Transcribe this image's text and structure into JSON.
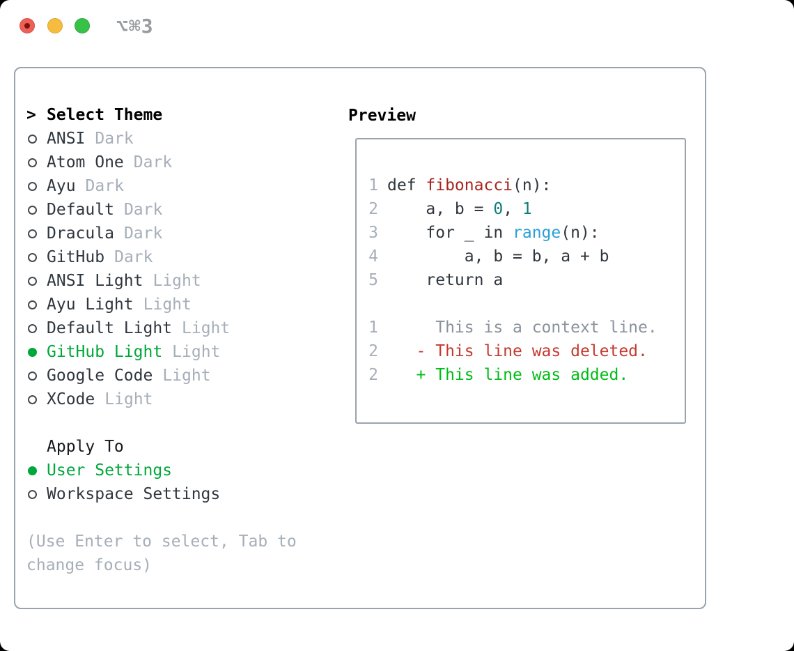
{
  "window": {
    "title": "⌥⌘3",
    "traffic_lights": [
      "close",
      "minimize",
      "zoom"
    ]
  },
  "colors": {
    "accent_green": "#00a73a",
    "added_green": "#00bd17",
    "deleted_red": "#c5392e",
    "function_red": "#a7261e",
    "number_teal": "#0c7d78",
    "builtin_blue": "#2a9fd6",
    "muted_gray": "#a6aeb8",
    "border_gray": "#9aa3ad"
  },
  "theme_picker": {
    "header_marker": ">",
    "header": "Select Theme",
    "items": [
      {
        "name": "ANSI",
        "variant": "Dark",
        "selected": false
      },
      {
        "name": "Atom One",
        "variant": "Dark",
        "selected": false
      },
      {
        "name": "Ayu",
        "variant": "Dark",
        "selected": false
      },
      {
        "name": "Default",
        "variant": "Dark",
        "selected": false
      },
      {
        "name": "Dracula",
        "variant": "Dark",
        "selected": false
      },
      {
        "name": "GitHub",
        "variant": "Dark",
        "selected": false
      },
      {
        "name": "ANSI Light",
        "variant": "Light",
        "selected": false
      },
      {
        "name": "Ayu Light",
        "variant": "Light",
        "selected": false
      },
      {
        "name": "Default Light",
        "variant": "Light",
        "selected": false
      },
      {
        "name": "GitHub Light",
        "variant": "Light",
        "selected": true
      },
      {
        "name": "Google Code",
        "variant": "Light",
        "selected": false
      },
      {
        "name": "XCode",
        "variant": "Light",
        "selected": false
      }
    ]
  },
  "apply_to": {
    "header": "Apply To",
    "options": [
      {
        "label": "User Settings",
        "selected": true
      },
      {
        "label": "Workspace Settings",
        "selected": false
      }
    ]
  },
  "help_text": "(Use Enter to select, Tab to change focus)",
  "preview": {
    "header": "Preview",
    "lines": [
      {
        "num": "1",
        "segments": [
          {
            "text": "def ",
            "style": "plain"
          },
          {
            "text": "fibonacci",
            "style": "func"
          },
          {
            "text": "(n):",
            "style": "plain"
          }
        ]
      },
      {
        "num": "2",
        "segments": [
          {
            "text": "    a, b = ",
            "style": "plain"
          },
          {
            "text": "0",
            "style": "num"
          },
          {
            "text": ", ",
            "style": "plain"
          },
          {
            "text": "1",
            "style": "num"
          }
        ]
      },
      {
        "num": "3",
        "segments": [
          {
            "text": "    for _ in ",
            "style": "plain"
          },
          {
            "text": "range",
            "style": "builtin"
          },
          {
            "text": "(n):",
            "style": "plain"
          }
        ]
      },
      {
        "num": "4",
        "segments": [
          {
            "text": "        a, b = b, a + b",
            "style": "plain"
          }
        ]
      },
      {
        "num": "5",
        "segments": [
          {
            "text": "    return a",
            "style": "plain"
          }
        ]
      },
      {
        "num": "",
        "segments": []
      },
      {
        "num": "1",
        "segments": [
          {
            "text": "     This is a context line.",
            "style": "ctx"
          }
        ]
      },
      {
        "num": "2",
        "segments": [
          {
            "text": "   - This line was deleted.",
            "style": "del"
          }
        ]
      },
      {
        "num": "2",
        "segments": [
          {
            "text": "   + This line was added.",
            "style": "add"
          }
        ]
      }
    ]
  }
}
